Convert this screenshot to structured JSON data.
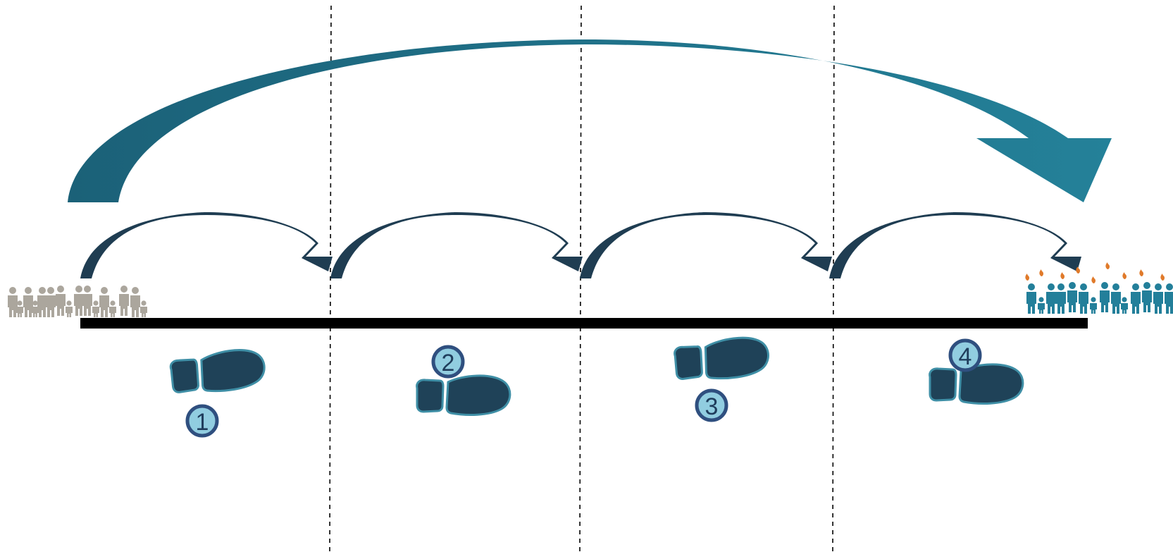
{
  "colors": {
    "background": "#ffffff",
    "big_arrow_start": "#1b6178",
    "big_arrow_end": "#248199",
    "small_arrow": "#1f3d52",
    "footprint_fill": "#1f4258",
    "footprint_stroke": "#3f8fa6",
    "badge_fill": "#91cde0",
    "badge_stroke": "#2f4f7f",
    "badge_text": "#1f3d5c",
    "crowd_start": "#aba69d",
    "crowd_end": "#237f9a",
    "flame": "#e07a2a",
    "timeline": "#000000",
    "divider": "#000000"
  },
  "icons": {
    "start_group": "grey-crowd-icon",
    "end_group": "teal-crowd-with-flames-icon",
    "step_marker": "footprints-icon",
    "leap": "curved-arrow-icon"
  },
  "steps": [
    {
      "number": "1"
    },
    {
      "number": "2"
    },
    {
      "number": "3"
    },
    {
      "number": "4"
    }
  ]
}
